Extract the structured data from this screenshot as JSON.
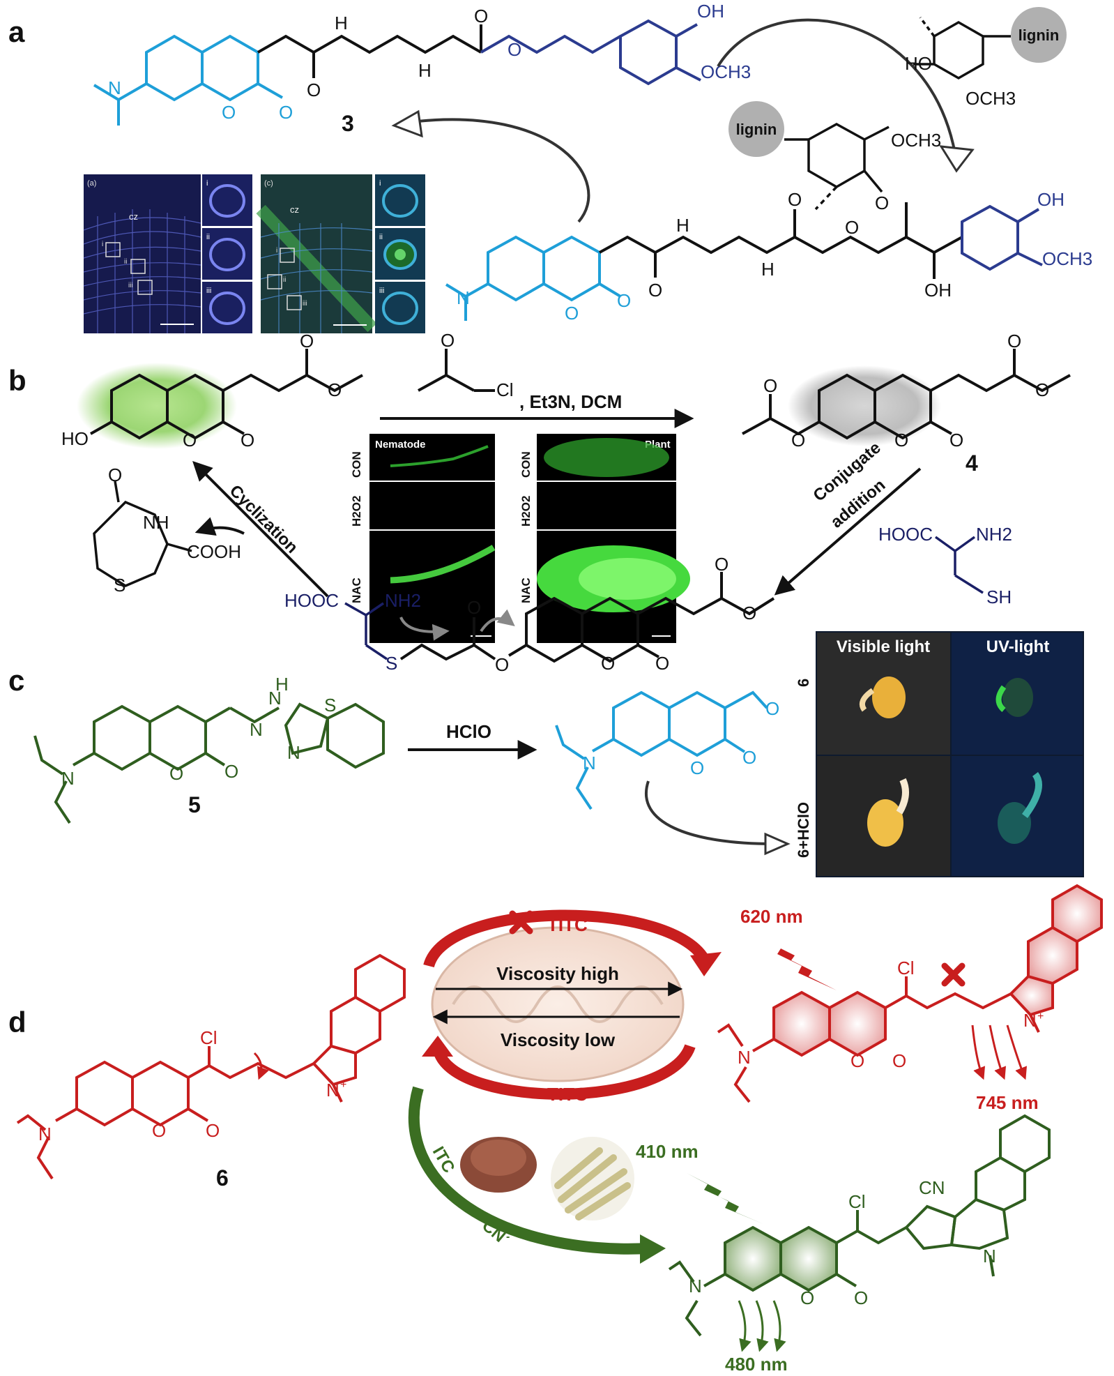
{
  "panels": {
    "a": {
      "letter": "a",
      "compound": "3",
      "lignin_label_1": "lignin",
      "lignin_label_2": "lignin",
      "atoms": {
        "oh": "OH",
        "och3": "OCH3",
        "nh": "H",
        "n": "N",
        "o": "O",
        "ho": "HO"
      },
      "micro_left": {
        "tag": "(a)",
        "zone": "cz",
        "insets": [
          "i",
          "ii",
          "iii"
        ]
      },
      "micro_right": {
        "tag": "(c)",
        "zone": "cz",
        "insets": [
          "i",
          "ii",
          "iii"
        ]
      }
    },
    "b": {
      "letter": "b",
      "reagent": ", Et3N, DCM",
      "acyl_cl": "Cl",
      "compound": "4",
      "cyclization": "Cyclization",
      "conjugate": "Conjugate",
      "addition": "addition",
      "cys_left": "HOOC",
      "cys_nh2": "NH2",
      "cys_sh": "SH",
      "ring_nh": "NH",
      "ring_cooh": "COOH",
      "ring_s": "S",
      "adduct_hooc": "HOOC",
      "adduct_nh2": "NH2",
      "adduct_s": "S",
      "images": {
        "left_header": "Nematode",
        "right_header": "Plant",
        "rows": [
          "CON",
          "H2O2",
          "NAC"
        ]
      }
    },
    "c": {
      "letter": "c",
      "compound": "5",
      "reagent": "HClO",
      "photo_cols": [
        "Visible light",
        "UV-light"
      ],
      "photo_rows": [
        "6",
        "6+HClO"
      ]
    },
    "d": {
      "letter": "d",
      "compound": "6",
      "titc_top": "TITC",
      "titc_bottom": "TITC",
      "viscosity_high": "Viscosity high",
      "viscosity_low": "Viscosity low",
      "itc": "ITC",
      "cn": "CN",
      "cn_sup": "-",
      "wavelength_620": "620 nm",
      "wavelength_745": "745 nm",
      "wavelength_410": "410 nm",
      "wavelength_480": "480 nm",
      "cl": "Cl",
      "cn_group": "CN"
    }
  },
  "colors": {
    "coumarin_cyan": "#1e9fd8",
    "ferulate_blue": "#2b3b8f",
    "navy": "#1a1f66",
    "red": "#c81e1e",
    "green": "#3b6e22",
    "dark_green": "#2f5e1f",
    "glow_green": "#8fd26a",
    "gray": "#b5b5b5"
  }
}
